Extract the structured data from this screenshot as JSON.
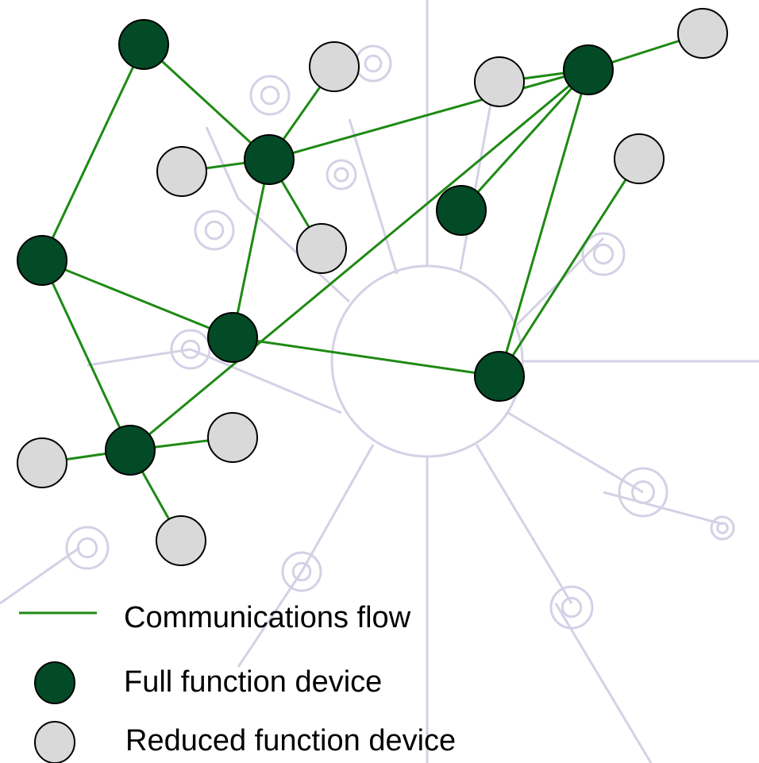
{
  "colors": {
    "background": "#ffffff",
    "watermark": "#d4d1e6",
    "link": "#1e8a14",
    "full_function_fill": "#034a26",
    "reduced_function_fill": "#d9d9d9",
    "node_stroke": "#000000"
  },
  "legend": {
    "communications_flow": "Communications flow",
    "full_function_device": "Full function device",
    "reduced_function_device": "Reduced function device"
  },
  "network": {
    "nodes": [
      {
        "id": "F1",
        "type": "full"
      },
      {
        "id": "F2",
        "type": "full"
      },
      {
        "id": "F3",
        "type": "full"
      },
      {
        "id": "F4",
        "type": "full"
      },
      {
        "id": "F5",
        "type": "full"
      },
      {
        "id": "F6",
        "type": "full"
      },
      {
        "id": "F7",
        "type": "full"
      },
      {
        "id": "F8",
        "type": "full"
      },
      {
        "id": "R1",
        "type": "reduced"
      },
      {
        "id": "R2",
        "type": "reduced"
      },
      {
        "id": "R3",
        "type": "reduced"
      },
      {
        "id": "R4",
        "type": "reduced"
      },
      {
        "id": "R5",
        "type": "reduced"
      },
      {
        "id": "R6",
        "type": "reduced"
      },
      {
        "id": "R7",
        "type": "reduced"
      },
      {
        "id": "R8",
        "type": "reduced"
      },
      {
        "id": "R9",
        "type": "reduced"
      }
    ],
    "links": [
      [
        "F1",
        "F2"
      ],
      [
        "F1",
        "F4"
      ],
      [
        "F2",
        "R1"
      ],
      [
        "F2",
        "R2"
      ],
      [
        "F2",
        "R3"
      ],
      [
        "F2",
        "F5"
      ],
      [
        "F2",
        "F3"
      ],
      [
        "F3",
        "F8"
      ],
      [
        "F3",
        "F6"
      ],
      [
        "F3",
        "F7"
      ],
      [
        "F3",
        "R4"
      ],
      [
        "F3",
        "R5"
      ],
      [
        "F4",
        "F5"
      ],
      [
        "F4",
        "F6"
      ],
      [
        "F5",
        "F7"
      ],
      [
        "F6",
        "R6"
      ],
      [
        "F6",
        "R7"
      ],
      [
        "F6",
        "R8"
      ],
      [
        "F7",
        "R9"
      ]
    ]
  }
}
